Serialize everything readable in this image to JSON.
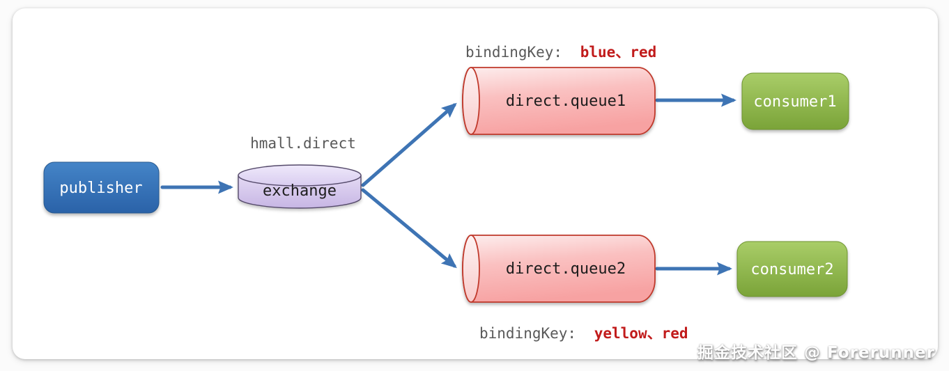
{
  "publisher": {
    "label": "publisher"
  },
  "exchange": {
    "title": "hmall.direct",
    "label": "exchange"
  },
  "queues": {
    "queue1": {
      "label": "direct.queue1"
    },
    "queue2": {
      "label": "direct.queue2"
    }
  },
  "consumers": {
    "consumer1": {
      "label": "consumer1"
    },
    "consumer2": {
      "label": "consumer2"
    }
  },
  "bindings": {
    "top": {
      "prefix": "bindingKey:",
      "keys": "blue、red"
    },
    "bottom": {
      "prefix": "bindingKey:",
      "keys": "yellow、red"
    }
  },
  "watermark": "掘金技术社区 @ Forerunner",
  "colors": {
    "arrow": "#3e74b4",
    "publisher_fill_top": "#4484c7",
    "publisher_fill_bottom": "#2a62a8",
    "exchange_fill_top": "#e9e1f7",
    "exchange_fill_bottom": "#c7b6e4",
    "exchange_stroke": "#554a6b",
    "queue_fill_top": "#fdeeee",
    "queue_fill_bottom": "#f7a2a2",
    "queue_stroke": "#c0392b",
    "consumer_fill_top": "#a9cd68",
    "consumer_fill_bottom": "#7aa338",
    "binding_label_color": "#595959",
    "binding_value_color": "#c11b1b"
  }
}
